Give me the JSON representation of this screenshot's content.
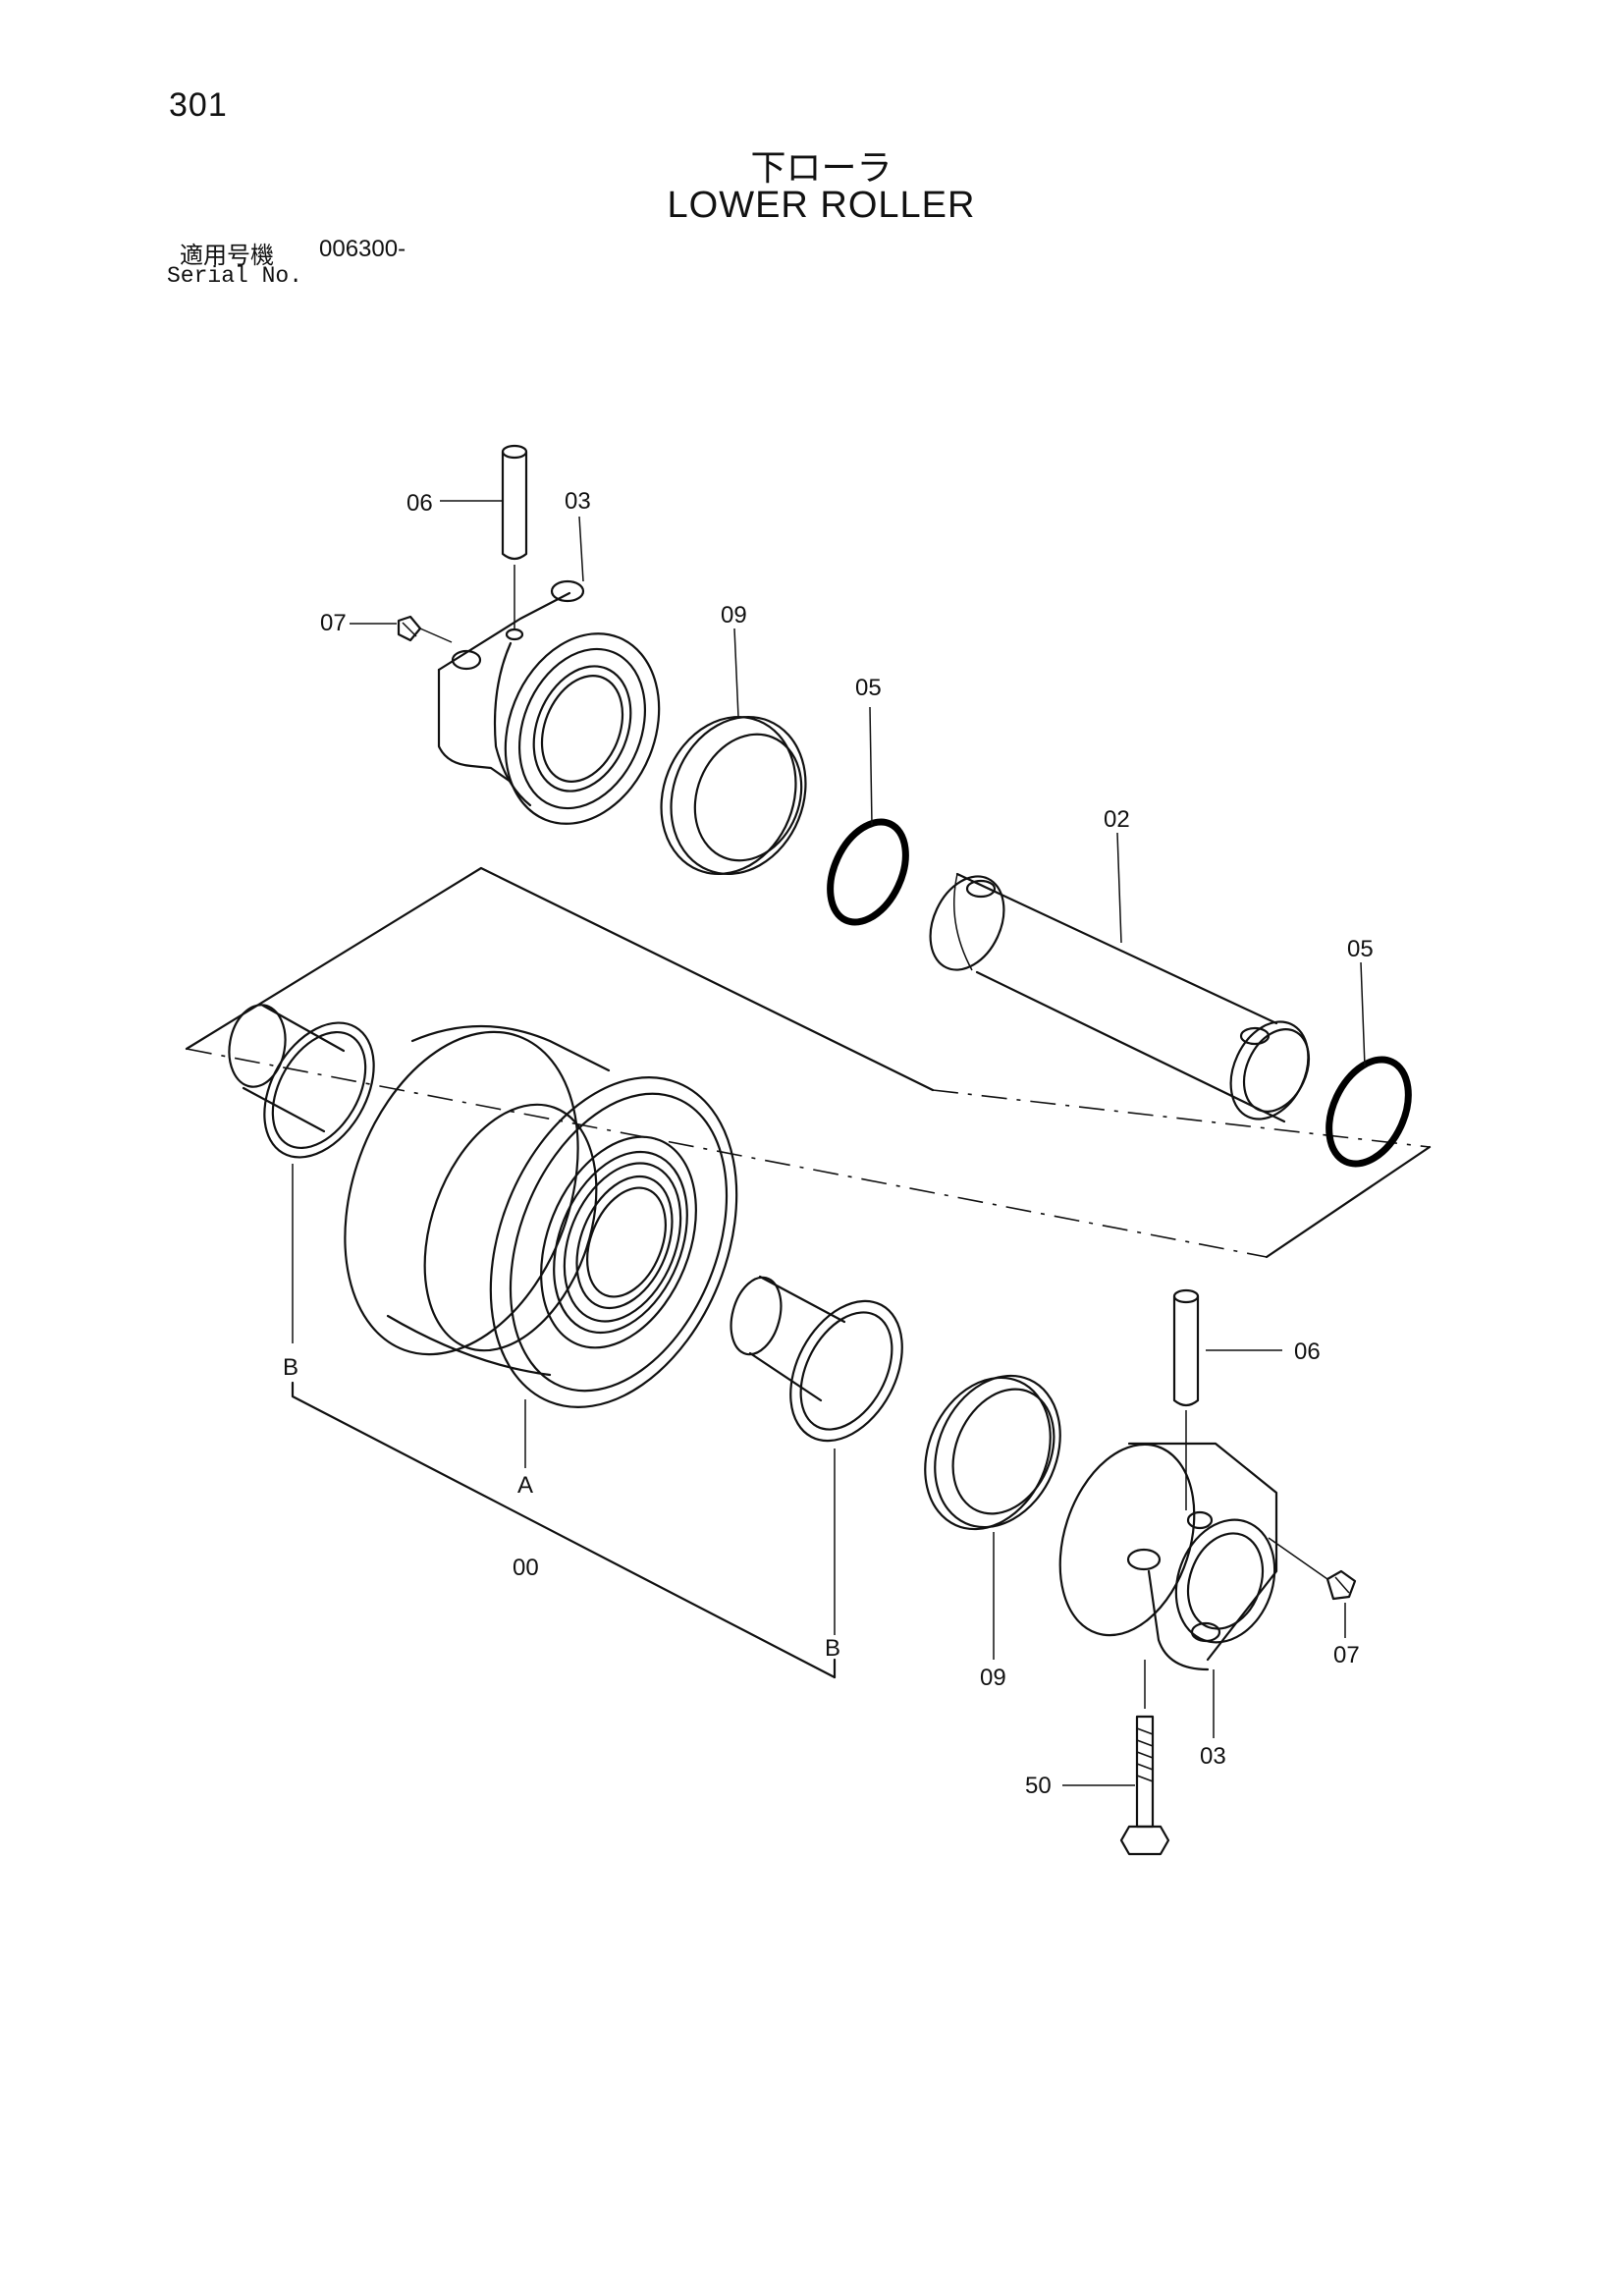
{
  "header": {
    "page_number": "301",
    "title_jp": "下ローラ",
    "title_en": "LOWER ROLLER",
    "serial_label_jp": "適用号機",
    "serial_value": "006300-",
    "serial_label_en": "Serial No."
  },
  "callouts": {
    "pin_top": "06",
    "collar_top": "03",
    "plug_top": "07",
    "seal_top": "09",
    "oring_top": "05",
    "shaft": "02",
    "oring_right": "05",
    "bushing_group_left": "B",
    "roller_letter": "A",
    "roller_number": "00",
    "bushing_group_right": "B",
    "pin_bottom": "06",
    "plug_bottom": "07",
    "seal_bottom": "09",
    "collar_bottom": "03",
    "bolt": "50"
  }
}
